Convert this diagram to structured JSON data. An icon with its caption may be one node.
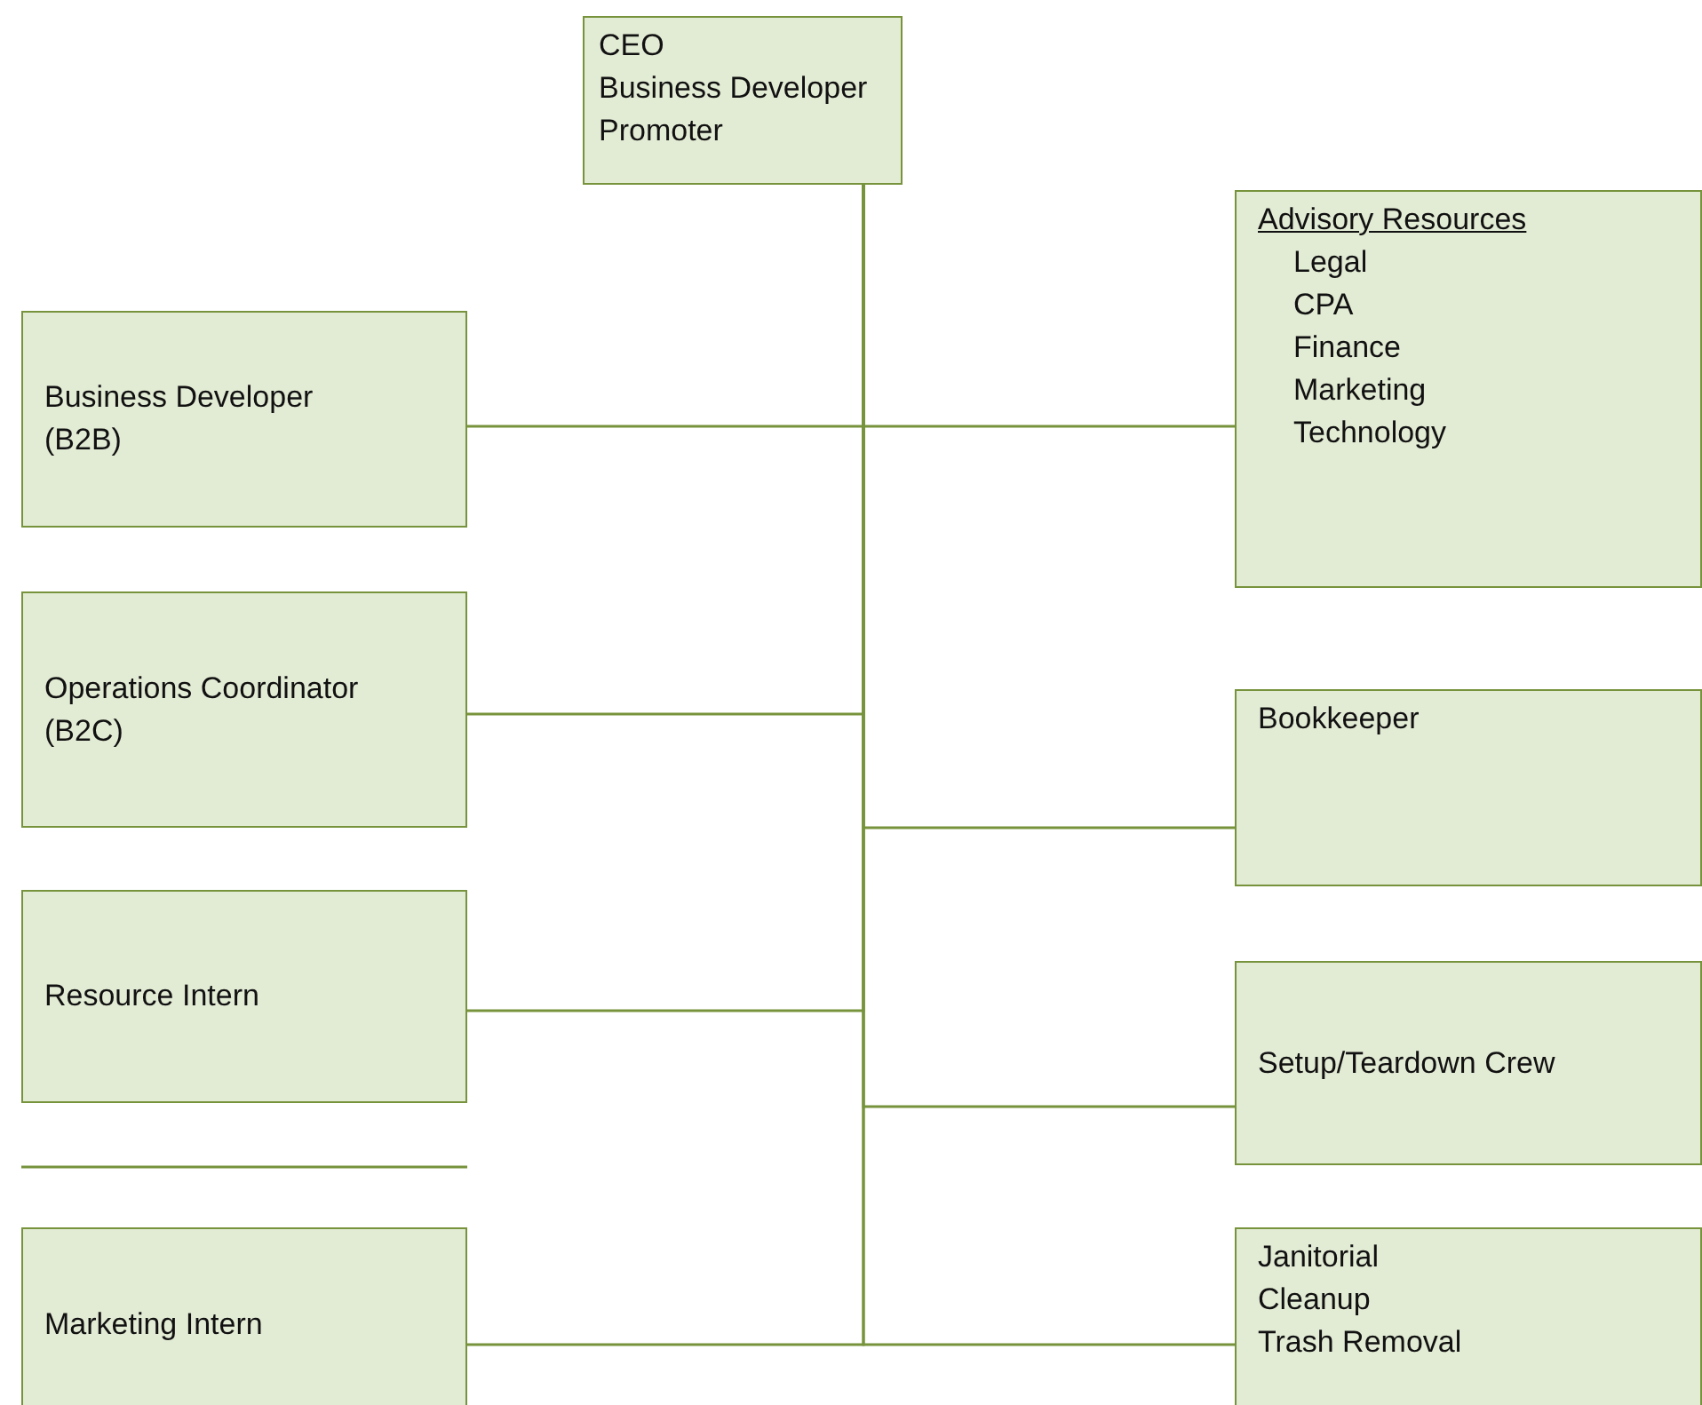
{
  "diagram": {
    "nodes": [
      {
        "text": [
          "CEO",
          "Business Developer",
          "Promoter"
        ]
      },
      {
        "text": [
          "Business Developer (B2B)"
        ]
      },
      {
        "text": [
          "Advisory Resources",
          "Legal",
          "CPA",
          "Finance",
          "Marketing",
          "Technology"
        ]
      },
      {
        "text": [
          "Operations Coordinator (B2C)"
        ]
      },
      {
        "text": [
          "Bookkeeper"
        ]
      },
      {
        "text": [
          "Resource Intern"
        ]
      },
      {
        "text": [
          "Setup/Teardown Crew"
        ]
      },
      {
        "text": [
          "Marketing Intern"
        ]
      },
      {
        "text": [
          "Janitorial",
          "Cleanup",
          "Trash Removal"
        ]
      }
    ],
    "edges": [
      {
        "from": 0,
        "to": 1,
        "arrow": "none"
      },
      {
        "from": 0,
        "to": 2,
        "arrow": "none"
      },
      {
        "from": 0,
        "to": 3,
        "arrow": "none"
      },
      {
        "from": 0,
        "to": 4,
        "arrow": "none"
      },
      {
        "from": 0,
        "to": 5,
        "arrow": "none"
      },
      {
        "from": 0,
        "to": 6,
        "arrow": "none"
      },
      {
        "from": 0,
        "to": 7,
        "arrow": "none"
      },
      {
        "from": 0,
        "to": 8,
        "arrow": "none"
      }
    ]
  }
}
